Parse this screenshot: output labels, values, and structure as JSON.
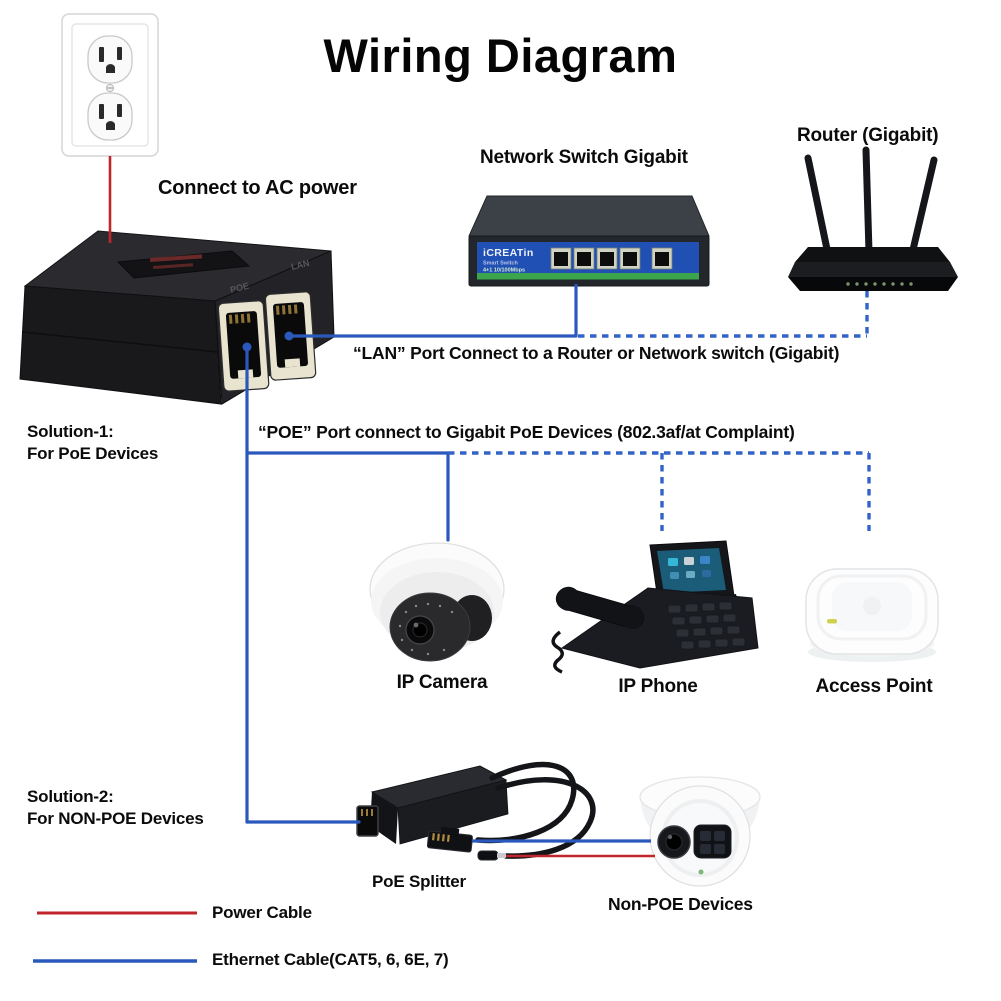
{
  "title": "Wiring Diagram",
  "annotations": {
    "ac_power": "Connect to AC power",
    "lan_port": "“LAN” Port Connect to a Router or Network switch (Gigabit)",
    "poe_port": "“POE” Port connect to Gigabit PoE Devices (802.3af/at Complaint)",
    "solution1_title": "Solution-1:",
    "solution1_sub": "For PoE Devices",
    "solution2_title": "Solution-2:",
    "solution2_sub": "For NON-POE Devices"
  },
  "devices": {
    "network_switch": {
      "label": "Network Switch Gigabit",
      "panel_brand": "iCREATin",
      "panel_line2": "Smart Switch",
      "panel_line3": "4+1 10/100Mbps"
    },
    "router": {
      "label": "Router (Gigabit)"
    },
    "poe_injector": {
      "poe_marking": "POE",
      "lan_marking": "LAN"
    },
    "ip_camera": {
      "label": "IP Camera"
    },
    "ip_phone": {
      "label": "IP Phone"
    },
    "access_point": {
      "label": "Access Point"
    },
    "poe_splitter": {
      "label": "PoE Splitter"
    },
    "non_poe": {
      "label": "Non-POE Devices"
    }
  },
  "legend": {
    "power_label": "Power Cable",
    "ethernet_label": "Ethernet Cable(CAT5, 6, 6E, 7)"
  },
  "colors": {
    "ethernet_blue": "#2a58bc",
    "ethernet_dashed_blue": "#3263c8",
    "power_red": "#c1262c"
  }
}
